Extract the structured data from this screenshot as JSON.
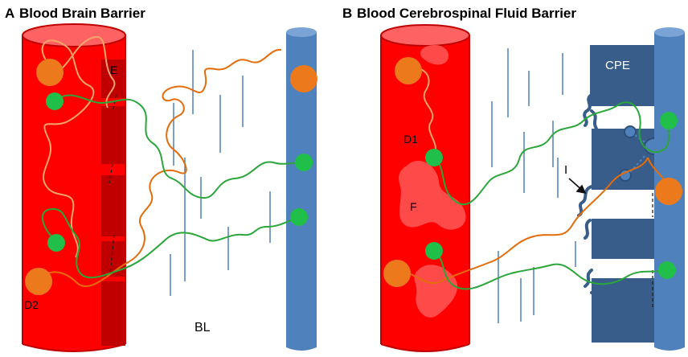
{
  "panels": [
    {
      "letter": "A",
      "title": "Blood Brain Barrier",
      "labels": {
        "endothelium": "E",
        "drug_large": "D2",
        "basal_lamina": "BL"
      }
    },
    {
      "letter": "B",
      "title": "Blood Cerebrospinal Fluid Barrier",
      "labels": {
        "epithelium": "CPE",
        "drug_small": "D1",
        "fenestration": "F",
        "interaction": "I"
      }
    }
  ],
  "colors": {
    "blood_vessel": "#ff0000",
    "vessel_dark": "#c00000",
    "vessel_top": "#ff6060",
    "csf_vessel": "#4f81bd",
    "cpe_cells": "#385d8a",
    "small_molecule": "#1fbf4a",
    "large_molecule": "#ec7a1c",
    "small_path": "#2aa63a",
    "large_path": "#e46c0a",
    "light_path": "#f4a46a",
    "basal_lamina_lines": "#4f81bd"
  }
}
